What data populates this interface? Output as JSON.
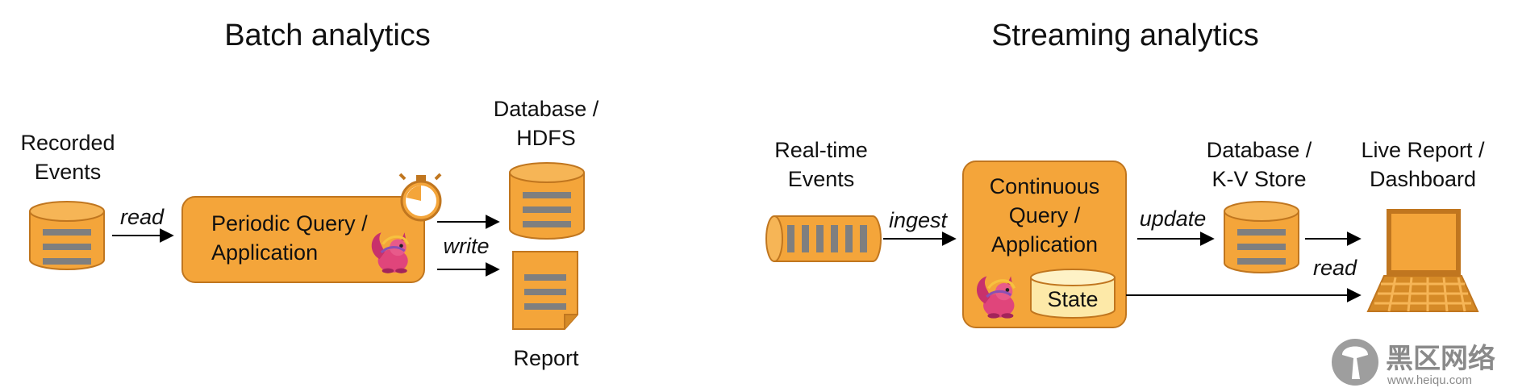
{
  "colors": {
    "orange": "#f4a53a",
    "orange_border": "#c0761f",
    "bar": "#7f7f7f",
    "state_fill": "#fde9a8",
    "squirrel": "#e0457b",
    "arrow": "#000000"
  },
  "batch": {
    "title": "Batch analytics",
    "source_label": [
      "Recorded",
      "Events"
    ],
    "read_label": "read",
    "query_label": [
      "Periodic Query /",
      "Application"
    ],
    "write_label": "write",
    "db_label": [
      "Database /",
      "HDFS"
    ],
    "report_label": "Report"
  },
  "streaming": {
    "title": "Streaming analytics",
    "source_label": [
      "Real-time",
      "Events"
    ],
    "ingest_label": "ingest",
    "query_label": [
      "Continuous",
      "Query /",
      "Application"
    ],
    "state_label": "State",
    "update_label": "update",
    "store_label": [
      "Database /",
      "K-V Store"
    ],
    "read_label": "read",
    "dashboard_label": [
      "Live Report /",
      "Dashboard"
    ]
  },
  "watermark": {
    "text": "黑区网络",
    "url": "www.heiqu.com"
  }
}
